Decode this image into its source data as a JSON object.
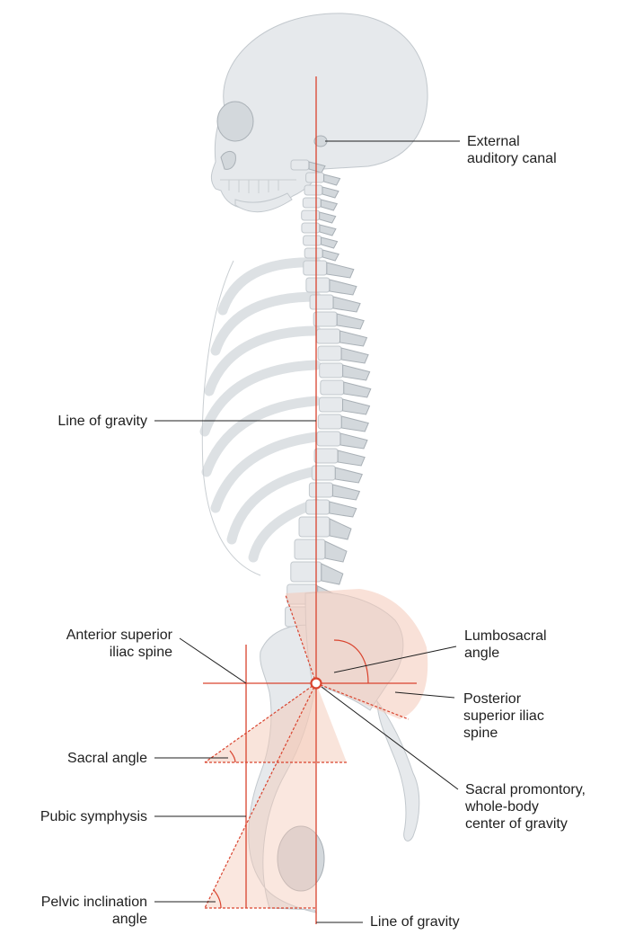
{
  "labels": {
    "external_auditory_canal": [
      "External",
      "auditory canal"
    ],
    "line_of_gravity_mid": "Line of gravity",
    "lumbosacral_angle": [
      "Lumbosacral",
      "angle"
    ],
    "anterior_superior_iliac_spine": [
      "Anterior superior",
      "iliac spine"
    ],
    "posterior_superior_iliac_spine": [
      "Posterior",
      "superior iliac",
      "spine"
    ],
    "sacral_angle": "Sacral angle",
    "sacral_promontory": [
      "Sacral promontory,",
      "whole-body",
      "center of gravity"
    ],
    "pubic_symphysis": "Pubic symphysis",
    "pelvic_inclination_angle": [
      "Pelvic inclination",
      "angle"
    ],
    "line_of_gravity_bottom": "Line of gravity"
  },
  "colors": {
    "reference_lines": "#d9432e",
    "angle_fill": "#f4c9b8",
    "bone": "#e6e9ec",
    "text": "#1f1f1f"
  }
}
